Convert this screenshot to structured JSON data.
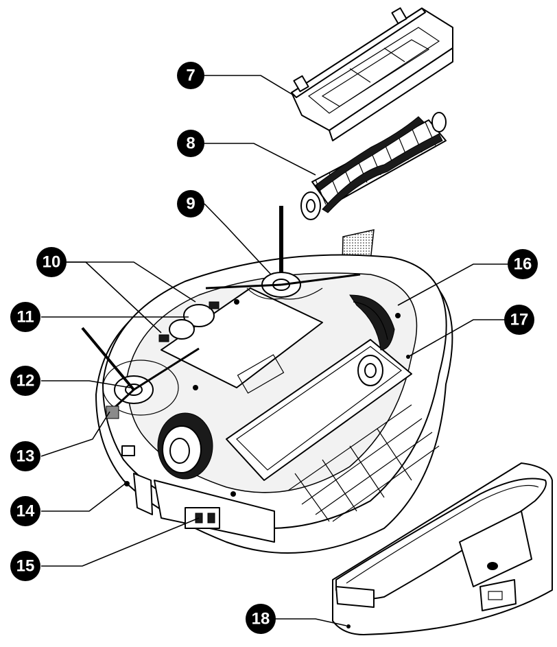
{
  "callouts": [
    {
      "id": "7",
      "label": "7"
    },
    {
      "id": "8",
      "label": "8"
    },
    {
      "id": "9",
      "label": "9"
    },
    {
      "id": "10",
      "label": "10"
    },
    {
      "id": "11",
      "label": "11"
    },
    {
      "id": "12",
      "label": "12"
    },
    {
      "id": "13",
      "label": "13"
    },
    {
      "id": "14",
      "label": "14"
    },
    {
      "id": "15",
      "label": "15"
    },
    {
      "id": "16",
      "label": "16"
    },
    {
      "id": "17",
      "label": "17"
    },
    {
      "id": "18",
      "label": "18"
    }
  ]
}
